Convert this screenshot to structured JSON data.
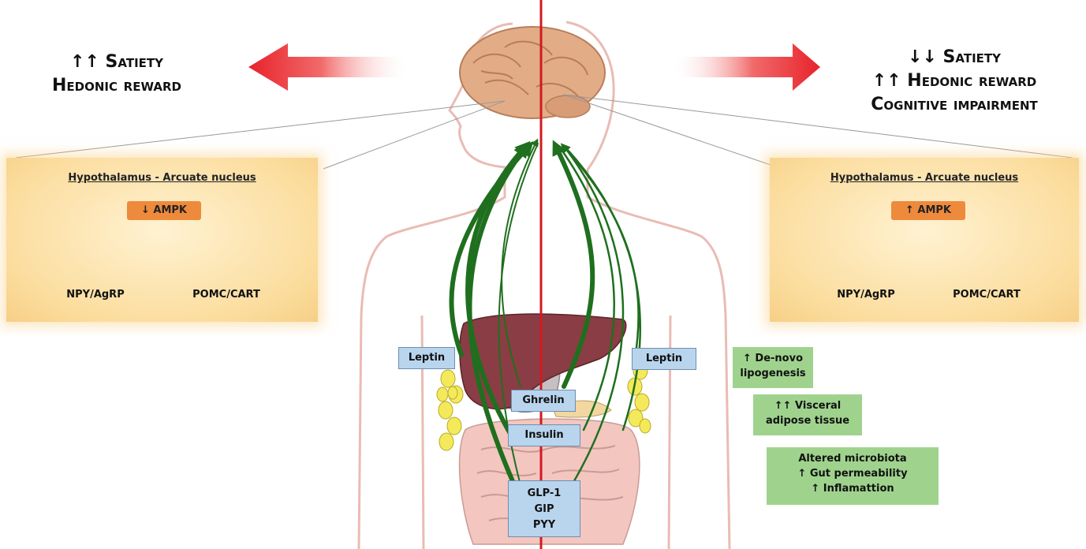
{
  "left_effects": {
    "line1": "↑↑ Satiety",
    "line2": "Hedonic reward"
  },
  "right_effects": {
    "line1": "↓↓ Satiety",
    "line2": "↑↑ Hedonic reward",
    "line3": "Cognitive impairment"
  },
  "left_panel": {
    "title": "Hypothalamus - Arcuate nucleus",
    "ampk": "↓ AMPK",
    "neuron1": "NPY/AgRP",
    "neuron2": "POMC/CART"
  },
  "right_panel": {
    "title": "Hypothalamus - Arcuate nucleus",
    "ampk": "↑ AMPK",
    "neuron1": "NPY/AgRP",
    "neuron2": "POMC/CART"
  },
  "hormones": {
    "leptin_left": "Leptin",
    "leptin_right": "Leptin",
    "ghrelin": "Ghrelin",
    "insulin": "Insulin",
    "gut_peptides": [
      "GLP-1",
      "GIP",
      "PYY"
    ]
  },
  "green_effects": {
    "lipogenesis": [
      "↑ De-novo",
      "lipogenesis"
    ],
    "visceral": [
      "↑↑ Visceral",
      "adipose tissue"
    ],
    "microbiota": [
      "Altered microbiota",
      "↑ Gut permeability",
      "↑ Inflamattion"
    ]
  },
  "colors": {
    "arrow_red": "#e8222b",
    "pathway_green": "#1f6f1f",
    "panel_orange": "#fbdc9c",
    "ampk_orange": "#ee8a3c",
    "hormone_blue": "#b9d5ee",
    "effect_green": "#9fd38d",
    "inhibit_red": "#d9232a",
    "activate_blue": "#4d6fa8"
  }
}
